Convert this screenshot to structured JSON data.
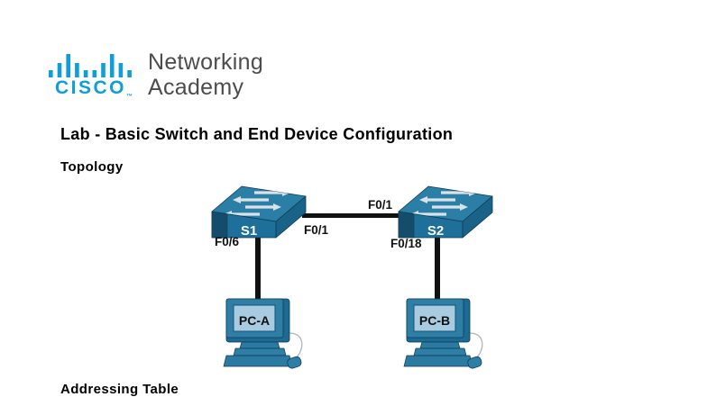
{
  "brand": {
    "wordmark": "CISCO",
    "trademark": "™",
    "org_line1": "Networking",
    "org_line2": "Academy",
    "logo_color": "#0f9ed8",
    "org_text_color": "#4c4c4e"
  },
  "document": {
    "title": "Lab - Basic Switch and End Device Configuration",
    "topology_heading": "Topology",
    "addressing_heading": "Addressing Table"
  },
  "topology": {
    "devices": [
      {
        "label": "S1",
        "type": "switch"
      },
      {
        "label": "S2",
        "type": "switch"
      },
      {
        "label": "PC-A",
        "type": "pc"
      },
      {
        "label": "PC-B",
        "type": "pc"
      }
    ],
    "ports": {
      "s1_uplink": "F0/1",
      "s2_uplink": "F0/1",
      "s1_access": "F0/6",
      "s2_access": "F0/18"
    },
    "links": [
      {
        "from": "S1",
        "from_port": "F0/1",
        "to": "S2",
        "to_port": "F0/1"
      },
      {
        "from": "S1",
        "from_port": "F0/6",
        "to": "PC-A"
      },
      {
        "from": "S2",
        "from_port": "F0/18",
        "to": "PC-B"
      }
    ],
    "colors": {
      "switch_top": "#2b7fa7",
      "switch_front": "#1e6f99",
      "switch_side": "#1a6288",
      "switch_end_dark": "#144d6b",
      "pc_body": "#2e7ea6",
      "pc_depth": "#1d6a92",
      "screen": "#a9cbdf",
      "arrow": "#d9e2e7",
      "cable": "#111111"
    }
  }
}
